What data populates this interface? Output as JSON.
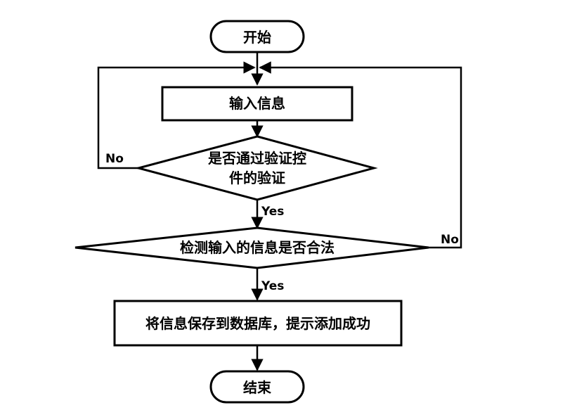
{
  "nodes": {
    "start": "开始",
    "input": "输入信息",
    "validate_line1": "是否通过验证控",
    "validate_line2": "件的验证",
    "check": "检测输入的信息是否合法",
    "save": "将信息保存到数据库，提示添加成功",
    "end": "结束"
  },
  "edges": {
    "validate_no": "No",
    "validate_yes": "Yes",
    "check_no": "No",
    "check_yes": "Yes"
  }
}
